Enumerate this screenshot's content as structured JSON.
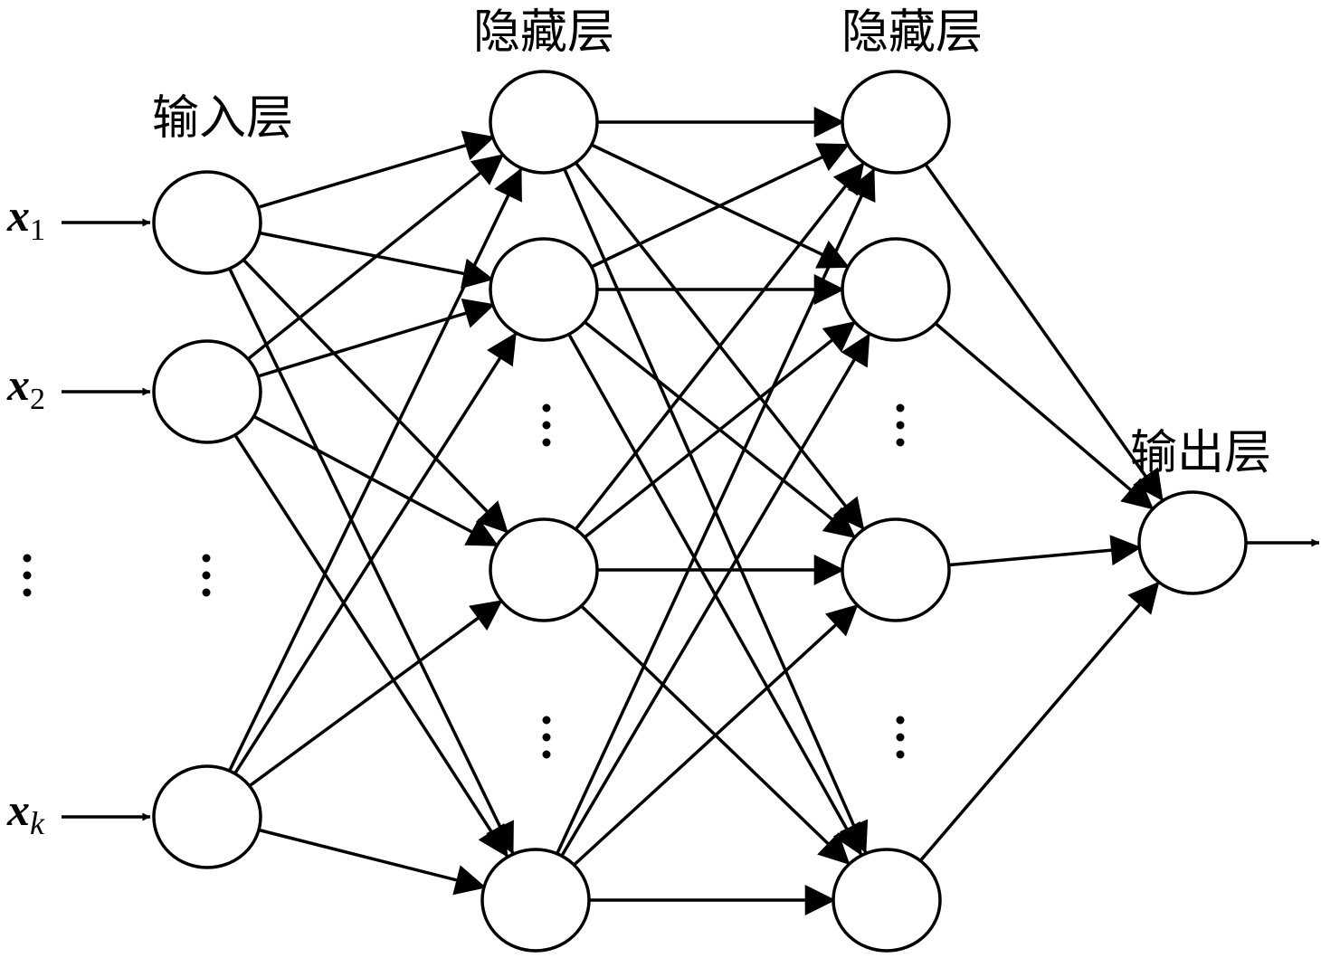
{
  "labels": {
    "input_layer": "输入层",
    "hidden_layer_1": "隐藏层",
    "hidden_layer_2": "隐藏层",
    "output_layer": "输出层"
  },
  "inputs": [
    {
      "main": "x",
      "sub": "1"
    },
    {
      "main": "x",
      "sub": "2"
    },
    {
      "main": "x",
      "sub": "k"
    }
  ],
  "colors": {
    "stroke": "#000000",
    "fill": "#ffffff"
  }
}
